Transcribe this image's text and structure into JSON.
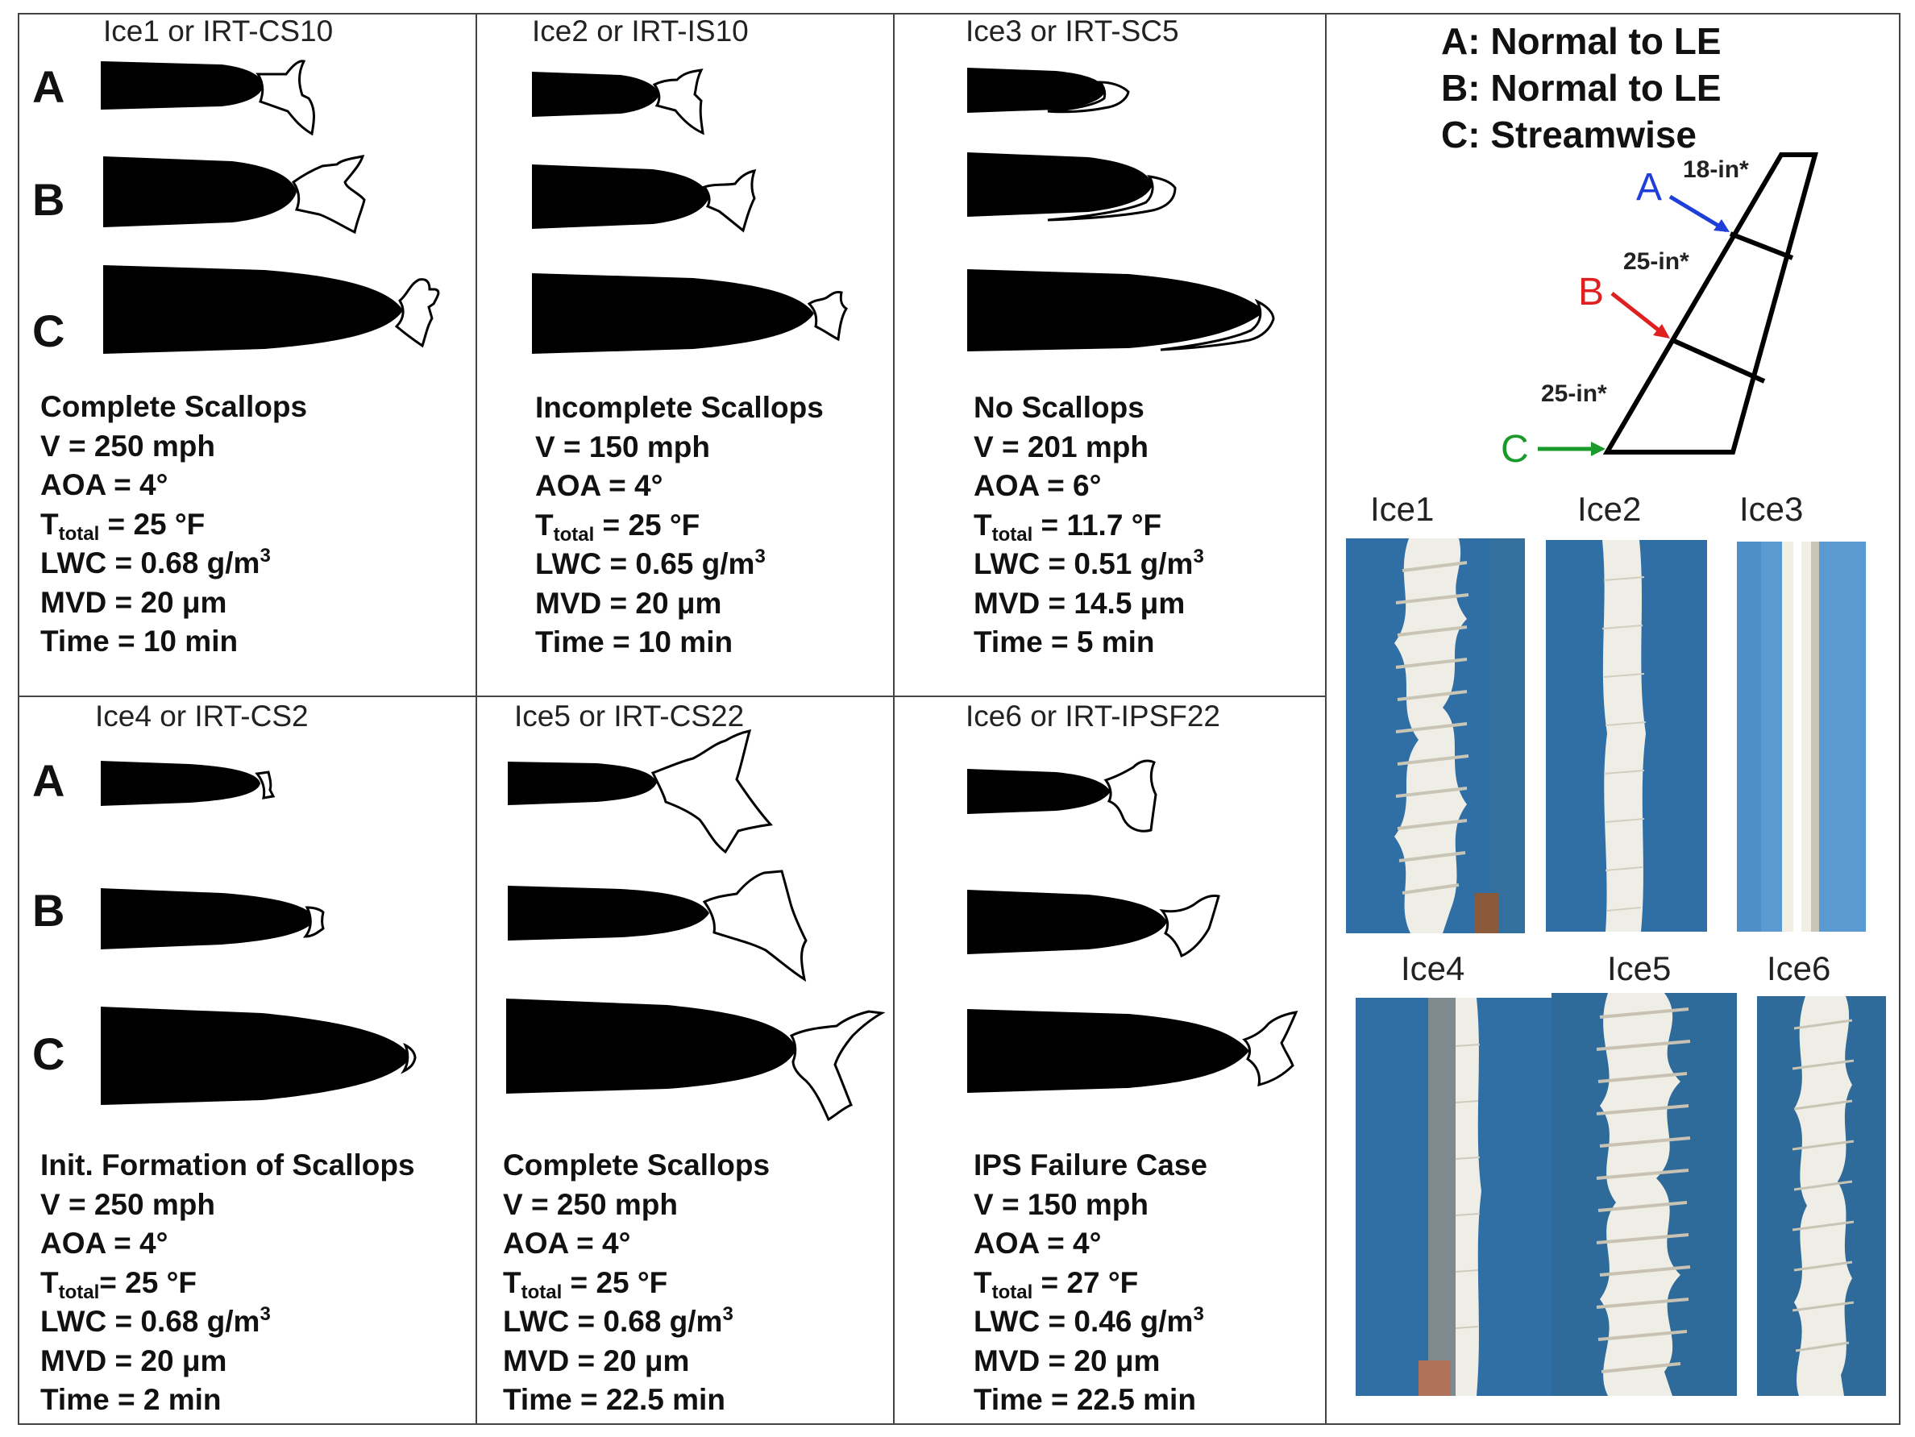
{
  "cases": [
    {
      "id": "ice1",
      "title": "Ice1 or IRT-CS10",
      "name": "Complete Scallops",
      "velocity": "V = 250 mph",
      "aoa": "AOA = 4°",
      "temp_prefix": "T",
      "temp_sub": "total",
      "temp_value": " = 25 °F",
      "lwc_prefix": "LWC = 0.68 g/m",
      "lwc_sup": "3",
      "mvd": "MVD = 20 μm",
      "time": "Time = 10 min"
    },
    {
      "id": "ice2",
      "title": "Ice2 or IRT-IS10",
      "name": "Incomplete Scallops",
      "velocity": "V = 150 mph",
      "aoa": "AOA = 4°",
      "temp_prefix": "T",
      "temp_sub": "total",
      "temp_value": " = 25 °F",
      "lwc_prefix": "LWC = 0.65 g/m",
      "lwc_sup": "3",
      "mvd": "MVD = 20 μm",
      "time": "Time = 10 min"
    },
    {
      "id": "ice3",
      "title": "Ice3 or IRT-SC5",
      "name": "No Scallops",
      "velocity": "V = 201 mph",
      "aoa": "AOA = 6°",
      "temp_prefix": "T",
      "temp_sub": "total",
      "temp_value": " = 11.7 °F",
      "lwc_prefix": "LWC = 0.51 g/m",
      "lwc_sup": "3",
      "mvd": "MVD = 14.5 μm",
      "time": "Time = 5 min"
    },
    {
      "id": "ice4",
      "title": "Ice4 or IRT-CS2",
      "name": "Init. Formation of Scallops",
      "velocity": "V = 250 mph",
      "aoa": "AOA = 4°",
      "temp_prefix": "T",
      "temp_sub": "total",
      "temp_value": "= 25 °F",
      "lwc_prefix": "LWC = 0.68 g/m",
      "lwc_sup": "3",
      "mvd": "MVD = 20 μm",
      "time": "Time = 2 min"
    },
    {
      "id": "ice5",
      "title": "Ice5 or IRT-CS22",
      "name": "Complete Scallops",
      "velocity": "V = 250 mph",
      "aoa": "AOA = 4°",
      "temp_prefix": "T",
      "temp_sub": "total",
      "temp_value": " = 25 °F",
      "lwc_prefix": "LWC = 0.68 g/m",
      "lwc_sup": "3",
      "mvd": "MVD = 20 μm",
      "time": "Time = 22.5 min"
    },
    {
      "id": "ice6",
      "title": "Ice6 or IRT-IPSF22",
      "name": "IPS Failure Case",
      "velocity": "V = 150 mph",
      "aoa": "AOA = 4°",
      "temp_prefix": "T",
      "temp_sub": "total",
      "temp_value": " = 27 °F",
      "lwc_prefix": "LWC = 0.46 g/m",
      "lwc_sup": "3",
      "mvd": "MVD = 20 μm",
      "time": "Time = 22.5 min"
    }
  ],
  "row_letters": [
    "A",
    "B",
    "C"
  ],
  "legend": {
    "a": "A: Normal to LE",
    "b": "B: Normal to LE",
    "c": "C: Streamwise"
  },
  "wing_diagram": {
    "label_a": "A",
    "label_b": "B",
    "label_c": "C",
    "dim_1": "18-in*",
    "dim_2": "25-in*",
    "dim_3": "25-in*",
    "color_a": "#1f3fd8",
    "color_b": "#e02020",
    "color_c": "#1a9a2a"
  },
  "photos": [
    "Ice1",
    "Ice2",
    "Ice3",
    "Ice4",
    "Ice5",
    "Ice6"
  ],
  "colors": {
    "airfoil": "#000000",
    "ice_outline": "#000000",
    "photo_background": "#2f6fa6",
    "ice_color": "#efeee6"
  }
}
